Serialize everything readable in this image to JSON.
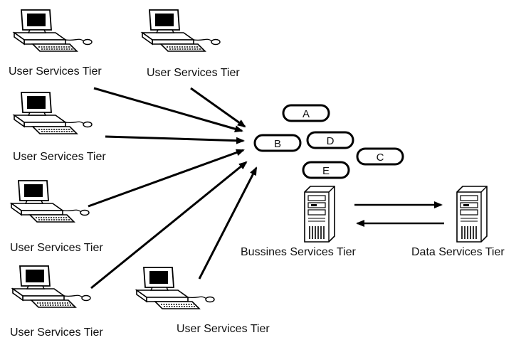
{
  "diagram": {
    "user_tier_label": "User Services Tier",
    "business_tier_label": "Bussines Services Tier",
    "data_tier_label": "Data Services Tier",
    "components": [
      "A",
      "B",
      "C",
      "D",
      "E"
    ]
  }
}
